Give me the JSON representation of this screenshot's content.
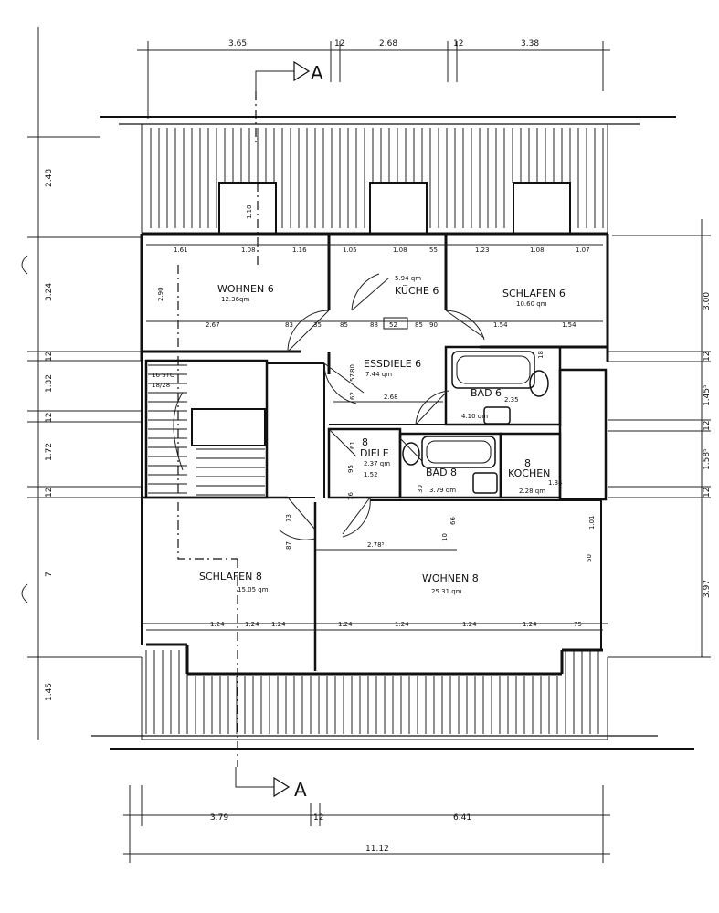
{
  "plan": {
    "top_dims": [
      "3.65",
      "12",
      "2.68",
      "12",
      "3.38"
    ],
    "left_dims": [
      "2.48",
      "3.24",
      "12",
      "1.32",
      "12",
      "1.72",
      "12",
      "7",
      "1.45"
    ],
    "right_dims": [
      "3.00",
      "12",
      "1.45⁵",
      "12",
      "1.58⁵",
      "12",
      "3.97"
    ],
    "bottom_dims": [
      "3.79",
      "12",
      "6.41",
      "11.12"
    ],
    "section_marks": [
      "A",
      "A"
    ],
    "rooms": [
      {
        "name": "WOHNEN 6",
        "area": "12.36qm"
      },
      {
        "name": "KÜCHE 6",
        "area": "5.94 qm"
      },
      {
        "name": "SCHLAFEN 6",
        "area": "10.60 qm"
      },
      {
        "name": "ESSDIELE 6",
        "area": "7.44 qm"
      },
      {
        "name": "BAD 6",
        "area": "4.10 qm"
      },
      {
        "name": "DIELE",
        "num": "8",
        "area": "2.37 qm"
      },
      {
        "name": "BAD 8",
        "area": "3.79 qm"
      },
      {
        "name": "KOCHEN",
        "num": "8",
        "area": "2.28 qm"
      },
      {
        "name": "SCHLAFEN 8",
        "area": "15.05 qm"
      },
      {
        "name": "WOHNEN 8",
        "area": "25.31 qm"
      }
    ],
    "stair": [
      "16 STG",
      "18/28"
    ],
    "inner_dims": {
      "row1": [
        "1.61",
        "1.08",
        "1.16",
        "1.05",
        "1.08",
        "55",
        "1.23",
        "1.08",
        "1.07"
      ],
      "row2": [
        "2.67",
        "83",
        "35",
        "85",
        "88",
        "52",
        "85",
        "90",
        "1.54",
        "1.54"
      ],
      "row3": [
        "1.24",
        "1.24",
        "1.24",
        "1.24",
        "1.24",
        "1.24",
        "1.24",
        "75"
      ],
      "misc": [
        "1.10",
        "2.90",
        "2.68",
        "2.35",
        "1.52",
        "2.78⁵",
        "1.34",
        "1.01",
        "50",
        "73",
        "87",
        "66",
        "61",
        "57",
        "62",
        "80",
        "95",
        "30",
        "76",
        "10",
        "18"
      ]
    }
  }
}
